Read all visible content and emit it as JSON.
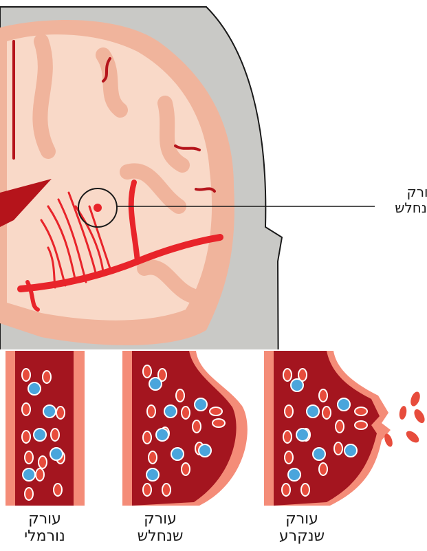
{
  "callout_label": {
    "line1": "עורק",
    "line2": "שנחלש"
  },
  "panels": [
    {
      "id": "normal",
      "line1": "עורק",
      "line2": "נורמלי"
    },
    {
      "id": "bulging",
      "line1": "עורק",
      "line2": "שנחלש"
    },
    {
      "id": "ruptured",
      "line1": "עורק",
      "line2": "שנקרע"
    }
  ],
  "colors": {
    "skull": "#c9c9c6",
    "brain_outer": "#f0b49c",
    "brain_inner": "#f9d9c8",
    "vessel": "#e8242a",
    "dark_vessel": "#b5141b",
    "artery_wall": "#f48c78",
    "blood": "#a4151f",
    "red_cell": "#e74c3c",
    "white_cell": "#4aa5dc"
  }
}
